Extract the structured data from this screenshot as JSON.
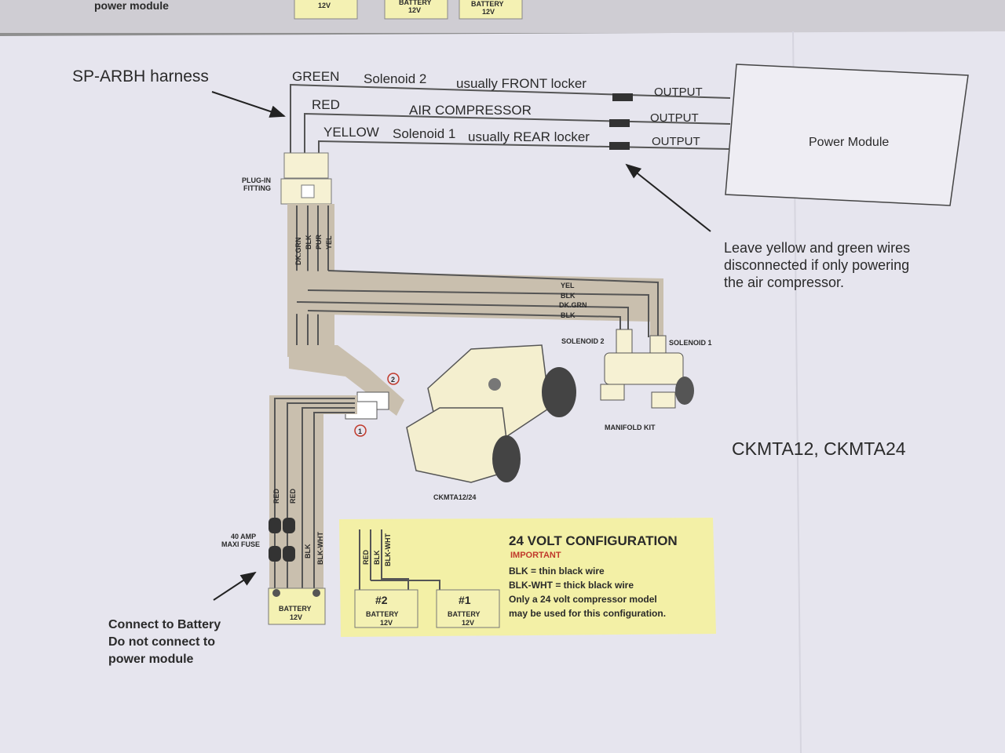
{
  "top_strip": {
    "power_module_label": "power module",
    "battery_label": "BATTERY",
    "battery_voltage": "12V"
  },
  "harness_label": "SP-ARBH harness",
  "wires": [
    {
      "color": "GREEN",
      "function": "Solenoid 2",
      "note": "usually FRONT locker",
      "output": "OUTPUT"
    },
    {
      "color": "RED",
      "function": "AIR COMPRESSOR",
      "note": "",
      "output": "OUTPUT"
    },
    {
      "color": "YELLOW",
      "function": "Solenoid 1",
      "note": "usually REAR locker",
      "output": "OUTPUT"
    }
  ],
  "power_module": "Power Module",
  "plug_in_fitting": "PLUG-IN FITTING",
  "harness_wire_codes": [
    "DK.GRN",
    "BLK",
    "PUR",
    "YEL"
  ],
  "solenoid_wire_codes": [
    "YEL",
    "BLK",
    "DK.GRN",
    "BLK"
  ],
  "leave_note": "Leave yellow and green wires disconnected if only powering the air compressor.",
  "solenoid_2": "SOLENOID 2",
  "solenoid_1": "SOLENOID 1",
  "manifold_kit": "MANIFOLD KIT",
  "model_numbers": "CKMTA12, CKMTA24",
  "compressor_label": "CKMTA12/24",
  "connector_1": "1",
  "connector_2": "2",
  "fuse_label": "40 AMP MAXI FUSE",
  "battery_wire_codes": [
    "RED",
    "RED",
    "BLK",
    "BLK-WHT"
  ],
  "battery": {
    "label": "BATTERY",
    "voltage": "12V"
  },
  "connect_note": [
    "Connect to Battery",
    "Do not connect to",
    "power module"
  ],
  "config_24v": {
    "title": "24 VOLT CONFIGURATION",
    "important": "IMPORTANT",
    "lines": [
      "BLK = thin black wire",
      "BLK-WHT = thick black wire",
      "Only a 24 volt compressor model",
      "may be used for this configuration."
    ],
    "wire_codes": [
      "RED",
      "BLK",
      "BLK-WHT"
    ],
    "battery_2": {
      "num": "#2",
      "label": "BATTERY",
      "voltage": "12V"
    },
    "battery_1": {
      "num": "#1",
      "label": "BATTERY",
      "voltage": "12V"
    }
  },
  "colors": {
    "paper": "#e6e5ee",
    "wire_band": "#c9bfae",
    "config_box": "#f3f0a6",
    "important_red": "#c0392b"
  }
}
